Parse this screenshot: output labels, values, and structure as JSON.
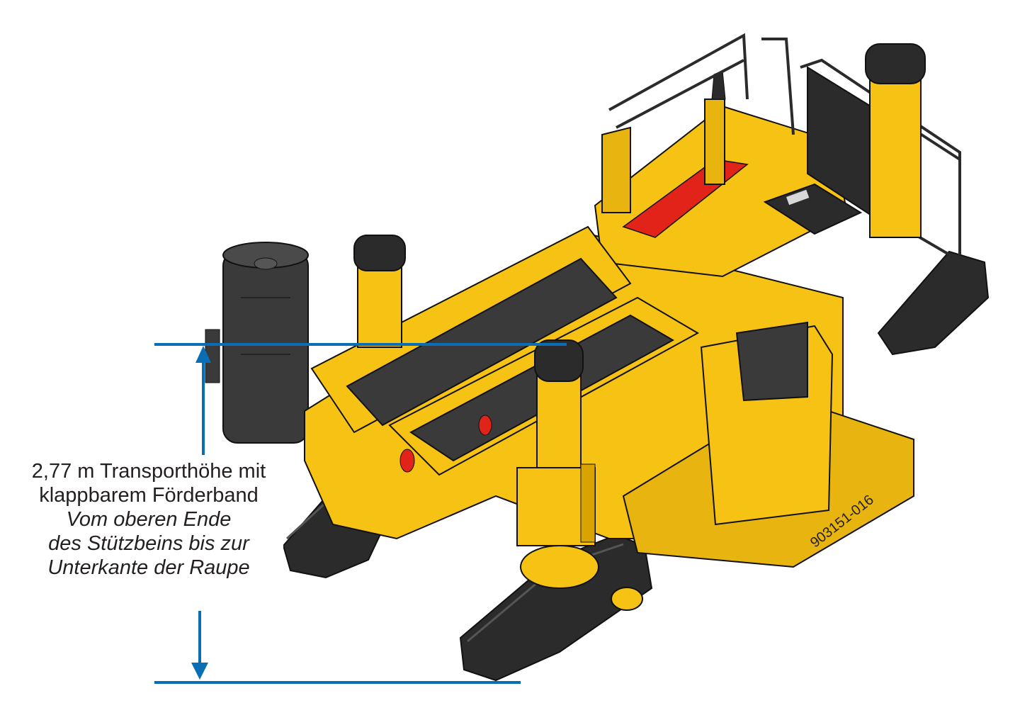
{
  "dimension": {
    "height_value": "2,77 m",
    "label_line1": "2,77 m Transporthöhe mit",
    "label_line2": "klappbarem Förderband",
    "note_line1": "Vom oberen Ende",
    "note_line2": "des Stützbeins bis zur",
    "note_line3": "Unterkante der Raupe"
  },
  "figure_id": "903151-016",
  "colors": {
    "machine_yellow": "#f6c315",
    "machine_yellow_shade": "#d9a400",
    "track_black": "#2b2b2b",
    "belt_dark": "#3a3a3a",
    "dimension_blue": "#0a6eb4",
    "warning_red": "#e2231a"
  },
  "icons": [
    "arrow-up-icon",
    "arrow-down-icon"
  ]
}
